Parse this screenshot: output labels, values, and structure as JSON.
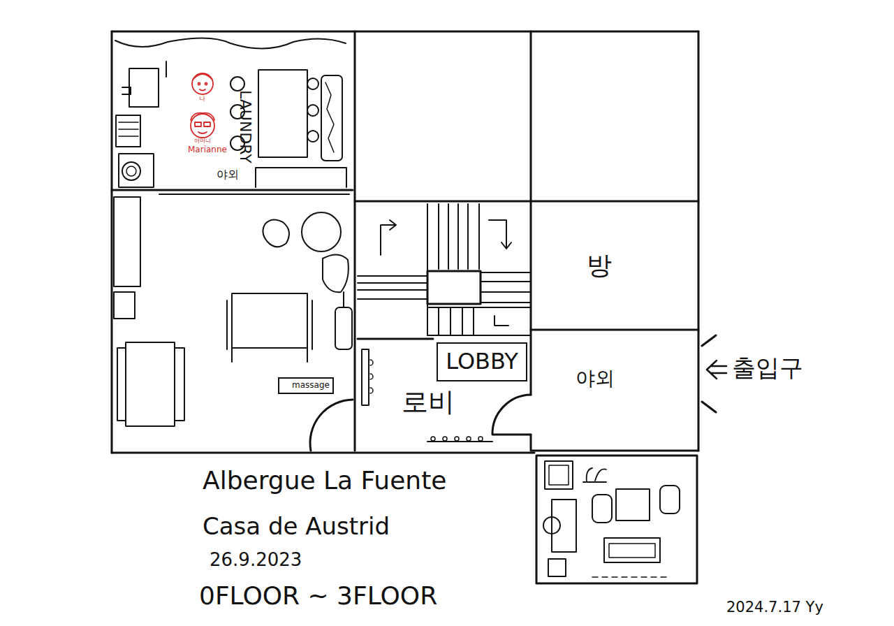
{
  "diagram": {
    "title": "Albergue La Fuente",
    "nodes": [
      {
        "text": [
          "LAUNDRY",
          "야외"
        ]
      },
      {
        "text": [
          "방"
        ]
      },
      {
        "text": [
          "로비"
        ]
      },
      {
        "text": [
          "LOBBY"
        ],
        "in": 2
      },
      {
        "text": [
          "야외"
        ]
      },
      {
        "text": [
          "massage"
        ]
      }
    ],
    "labels": [
      "나",
      "어머니",
      "Marianne",
      "출입구",
      "Casa de Austrid",
      "26.9.2023",
      "0FLOOR ~ 3FLOOR",
      "2024.7.17 Yy"
    ]
  }
}
